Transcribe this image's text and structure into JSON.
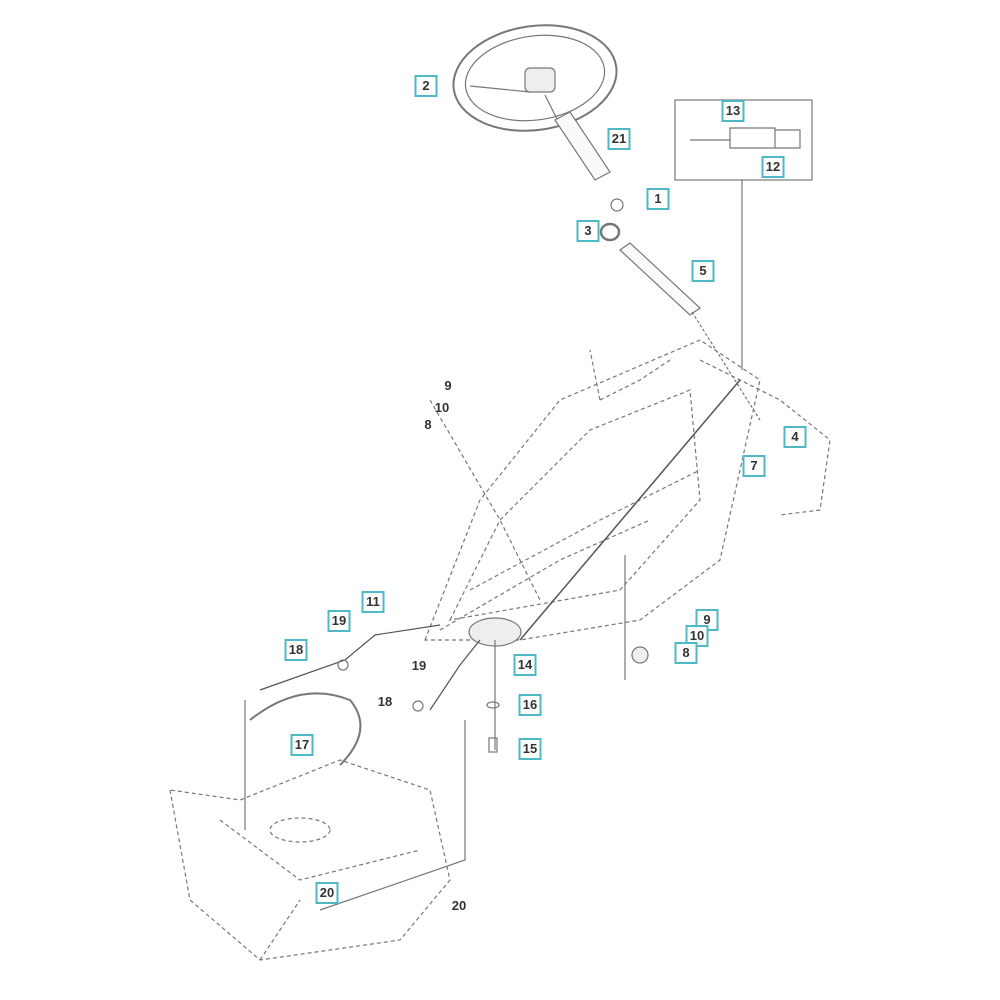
{
  "diagram": {
    "type": "exploded parts diagram",
    "accent_color": "#4fb8c6",
    "callouts": [
      {
        "id": "c2",
        "text": "2",
        "boxed": true
      },
      {
        "id": "c21",
        "text": "21",
        "boxed": true
      },
      {
        "id": "c1",
        "text": "1",
        "boxed": true
      },
      {
        "id": "c3",
        "text": "3",
        "boxed": true
      },
      {
        "id": "c5",
        "text": "5",
        "boxed": true
      },
      {
        "id": "c13",
        "text": "13",
        "boxed": true
      },
      {
        "id": "c12",
        "text": "12",
        "boxed": true
      },
      {
        "id": "c4",
        "text": "4",
        "boxed": true
      },
      {
        "id": "c7",
        "text": "7",
        "boxed": true
      },
      {
        "id": "c9a",
        "text": "9",
        "boxed": false
      },
      {
        "id": "c10a",
        "text": "10",
        "boxed": false
      },
      {
        "id": "c8a",
        "text": "8",
        "boxed": false
      },
      {
        "id": "c19a",
        "text": "19",
        "boxed": true
      },
      {
        "id": "c11",
        "text": "11",
        "boxed": true
      },
      {
        "id": "c18a",
        "text": "18",
        "boxed": true
      },
      {
        "id": "c17",
        "text": "17",
        "boxed": true
      },
      {
        "id": "c19b",
        "text": "19",
        "boxed": false
      },
      {
        "id": "c18b",
        "text": "18",
        "boxed": false
      },
      {
        "id": "c14",
        "text": "14",
        "boxed": true
      },
      {
        "id": "c16",
        "text": "16",
        "boxed": true
      },
      {
        "id": "c15",
        "text": "15",
        "boxed": true
      },
      {
        "id": "c9b",
        "text": "9",
        "boxed": true
      },
      {
        "id": "c10b",
        "text": "10",
        "boxed": true
      },
      {
        "id": "c8b",
        "text": "8",
        "boxed": true
      },
      {
        "id": "c20a",
        "text": "20",
        "boxed": true
      },
      {
        "id": "c20b",
        "text": "20",
        "boxed": false
      }
    ]
  }
}
